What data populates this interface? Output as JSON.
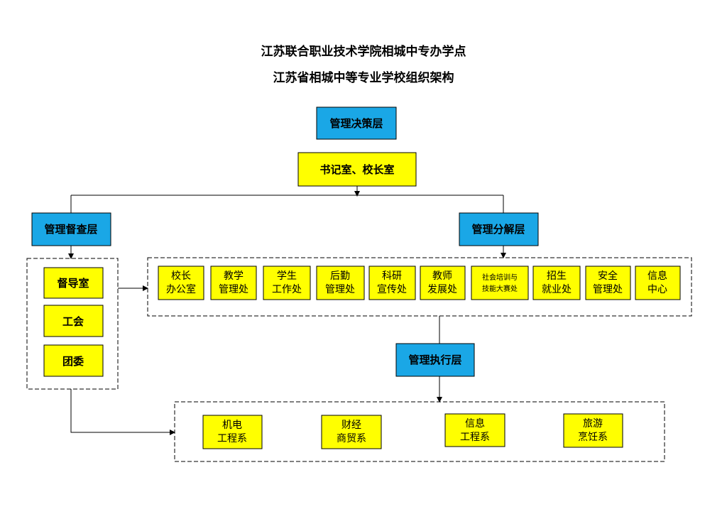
{
  "title": {
    "line1": "江苏联合职业技术学院相城中专办学点",
    "line2": "江苏省相城中等专业学校组织架构"
  },
  "colors": {
    "layer_fill": "#1aa7e6",
    "unit_fill": "#ffff00",
    "stroke": "#000000"
  },
  "layers": {
    "decision": "管理决策层",
    "supervision": "管理督查层",
    "division": "管理分解层",
    "execution": "管理执行层"
  },
  "leadership": "书记室、校长室",
  "supervision_units": [
    "督导室",
    "工会",
    "团委"
  ],
  "departments": [
    [
      "校长",
      "办公室"
    ],
    [
      "教学",
      "管理处"
    ],
    [
      "学生",
      "工作处"
    ],
    [
      "后勤",
      "管理处"
    ],
    [
      "科研",
      "宣传处"
    ],
    [
      "教师",
      "发展处"
    ],
    [
      "社会培训与",
      "技能大赛处"
    ],
    [
      "招生",
      "就业处"
    ],
    [
      "安全",
      "管理处"
    ],
    [
      "信息",
      "中心"
    ]
  ],
  "faculties": [
    [
      "机电",
      "工程系"
    ],
    [
      "财经",
      "商贸系"
    ],
    [
      "信息",
      "工程系"
    ],
    [
      "旅游",
      "烹饪系"
    ]
  ]
}
